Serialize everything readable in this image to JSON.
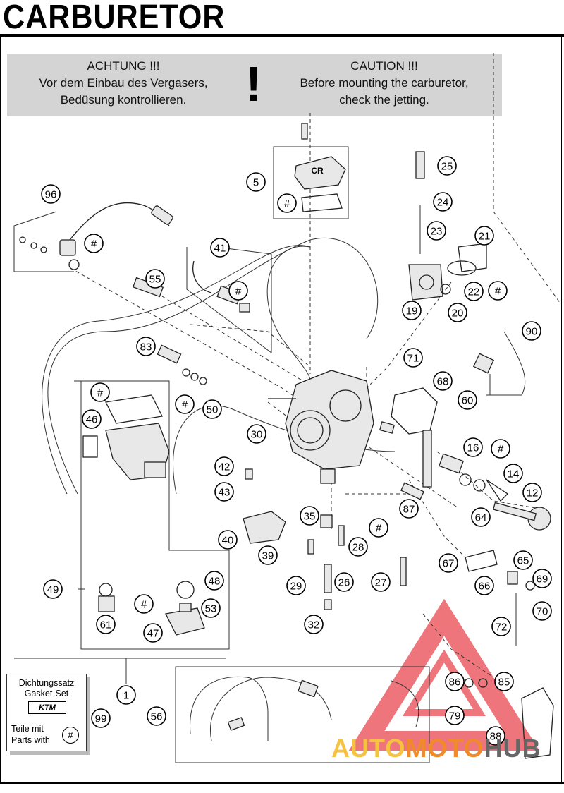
{
  "title": "CARBURETOR",
  "caution": {
    "de_heading": "ACHTUNG !!!",
    "de_line1": "Vor dem Einbau des Vergasers,",
    "de_line2": "Bedüsung kontrollieren.",
    "mark": "!",
    "en_heading": "CAUTION !!!",
    "en_line1": "Before mounting the carburetor,",
    "en_line2": "check the jetting."
  },
  "callouts": [
    "5",
    "#",
    "96",
    "#",
    "41",
    "#",
    "55",
    "83",
    "#",
    "50",
    "#",
    "46",
    "30",
    "42",
    "43",
    "40",
    "39",
    "35",
    "28",
    "29",
    "26",
    "27",
    "32",
    "#",
    "49",
    "48",
    "#",
    "53",
    "61",
    "47",
    "1",
    "25",
    "24",
    "23",
    "21",
    "22",
    "#",
    "19",
    "20",
    "90",
    "71",
    "68",
    "60",
    "16",
    "#",
    "14",
    "12",
    "87",
    "64",
    "67",
    "65",
    "66",
    "69",
    "70",
    "72",
    "56",
    "86",
    "85",
    "79",
    "88",
    "99"
  ],
  "gasket_set": {
    "line_de": "Dichtungssatz",
    "line_en": "Gasket-Set",
    "logo": "KTM",
    "note1": "Teile mit",
    "note2": "Parts with",
    "hash": "#"
  },
  "watermark": {
    "part1": "AUTO",
    "part2": "MOTO",
    "part3": "HUB",
    "color_triangle": "#e8484f",
    "color_auto": "#f5c242",
    "color_moto": "#f08a2a"
  }
}
